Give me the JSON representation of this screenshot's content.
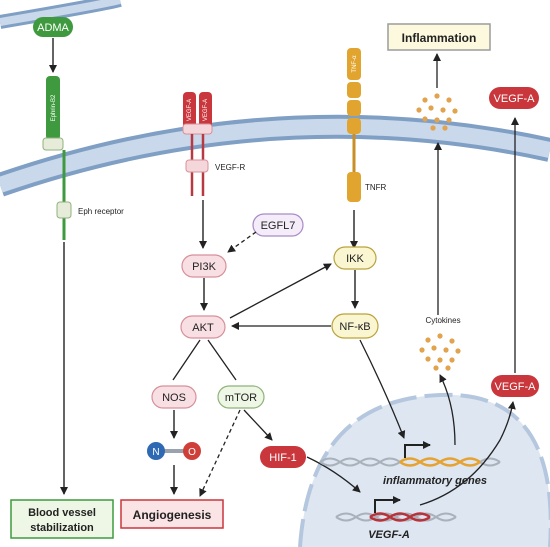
{
  "colors": {
    "membrane_dark": "#7f9fc4",
    "membrane_light": "#c9d8ea",
    "nucleus_fill": "#dde6f1",
    "red_pill": "#c9373d",
    "pink_pill": "#f8dfe3",
    "pink_stroke": "#d8909a",
    "green_pill": "#3f9a3f",
    "yellow_pill": "#fbf6d2",
    "yellow_stroke": "#b9a33c",
    "purple_pill": "#f4edf9",
    "purple_stroke": "#a98bc6",
    "blue_sphere": "#2f69b3",
    "red_sphere": "#cf3f3a",
    "cytokine_dot": "#e1a34d"
  },
  "labels": {
    "adma": "ADMA",
    "ephrin_b2": "Ephrin-B2",
    "eph_receptor": "Eph receptor",
    "blood_vessel_line1": "Blood vessel",
    "blood_vessel_line2": "stabilization",
    "vegf_a_ligand_1": "VEGF-A",
    "vegf_a_ligand_2": "VEGF-A",
    "vegf_r": "VEGF-R",
    "egfl7": "EGFL7",
    "pi3k": "PI3K",
    "akt": "AKT",
    "nos": "NOS",
    "mtor": "mTOR",
    "no_n": "N",
    "no_o": "O",
    "angiogenesis": "Angiogenesis",
    "hif1": "HIF-1",
    "tnf_alpha": "TNF-α",
    "tnfr": "TNFR",
    "ikk": "IKK",
    "nfkb": "NF-κB",
    "inflammation": "Inflammation",
    "cytokines": "Cytokines",
    "vegf_a_top": "VEGF-A",
    "vegf_a_mid": "VEGF-A",
    "inflammatory_genes": "inflammatory genes",
    "vegf_a_gene": "VEGF-A"
  }
}
